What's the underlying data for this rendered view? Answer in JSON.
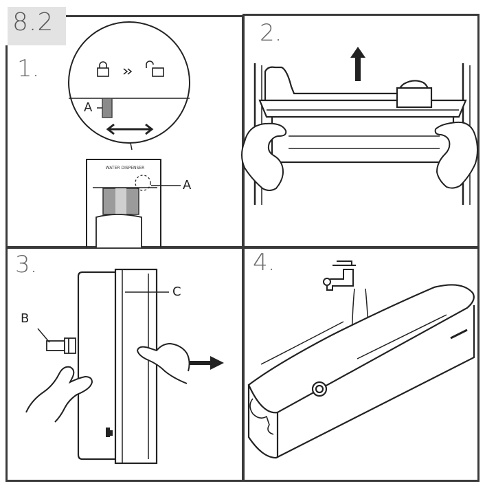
{
  "section": "8.2",
  "steps": [
    {
      "number": "1.",
      "callouts": [
        "A",
        "A"
      ],
      "label_text": "WATER DISPENSER"
    },
    {
      "number": "2."
    },
    {
      "number": "3.",
      "callouts": [
        "B",
        "C"
      ]
    },
    {
      "number": "4."
    }
  ],
  "icons": [
    "lock-closed-icon",
    "double-chevron-icon",
    "lock-open-icon",
    "double-arrow-icon",
    "up-arrow-icon",
    "right-arrow-icon",
    "water-tap-icon"
  ]
}
